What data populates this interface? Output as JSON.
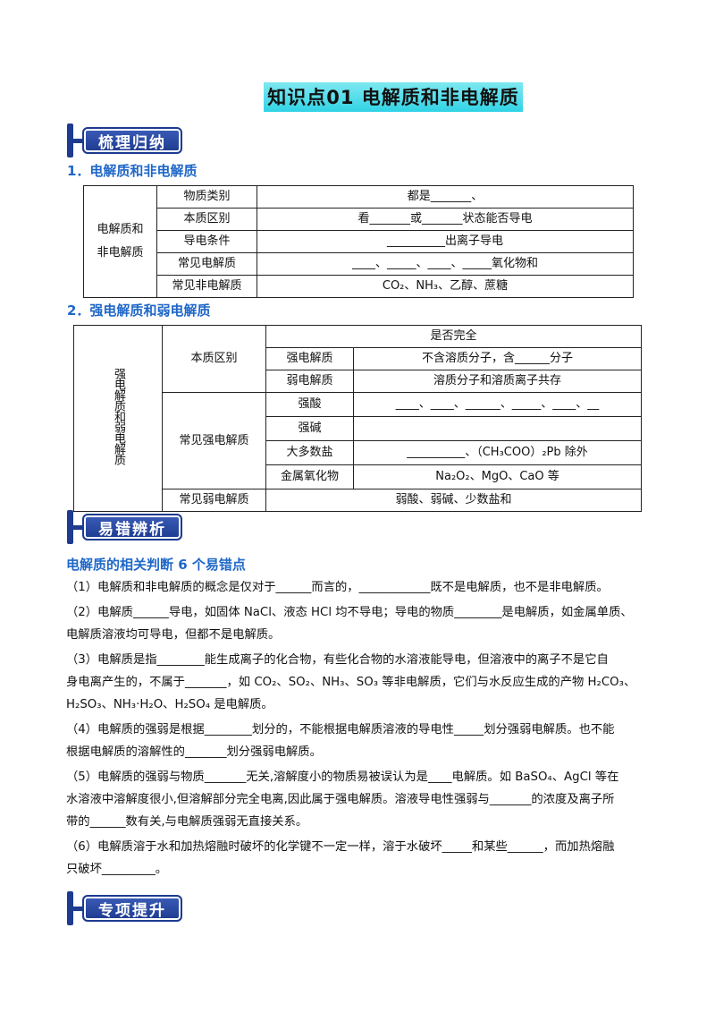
{
  "title": "知识点01    电解质和非电解质",
  "badges": {
    "b1": "梳理归纳",
    "b2": "易错辨析",
    "b3": "专项提升"
  },
  "section1": {
    "heading": "1．电解质和非电解质",
    "row_header": "电解质和非电解质",
    "rows": [
      {
        "label": "物质类别",
        "content": "都是_______、"
      },
      {
        "label": "本质区别",
        "content": "看_______或_______状态能否导电"
      },
      {
        "label": "导电条件",
        "content": "__________出离子导电"
      },
      {
        "label": "常见电解质",
        "content": "____、_____、____、_____氧化物和"
      },
      {
        "label": "常见非电解质",
        "content": "CO₂、NH₃、乙醇、蔗糖"
      }
    ]
  },
  "section2": {
    "heading": "2．强电解质和弱电解质",
    "row_header": "强电解质和弱电解质",
    "top_content": "是否完全",
    "essence_label": "本质区别",
    "strong_label": "强电解质",
    "strong_content": "不含溶质分子，含______分子",
    "weak_label": "弱电解质",
    "weak_content": "溶质分子和溶质离子共存",
    "common_strong_label": "常见强电解质",
    "strong_acid_label": "强酸",
    "strong_acid_content": "____、____、______、_____、____、__",
    "strong_base_label": "强碱",
    "strong_base_content": "",
    "salts_label": "大多数盐",
    "salts_content": "__________、（CH₃COO）₂Pb 除外",
    "metal_oxide_label": "金属氧化物",
    "metal_oxide_content": "Na₂O₂、MgO、CaO 等",
    "common_weak_label": "常见弱电解质",
    "common_weak_content": "弱酸、弱碱、少数盐和"
  },
  "section3": {
    "heading": "电解质的相关判断 6 个易错点",
    "items": [
      [
        "（1）电解质和非电解质的概念是仅对于______而言的，____________既不是电解质，也不是非电解质。"
      ],
      [
        "（2）电解质______导电，如固体 NaCl、液态 HCl 均不导电；导电的物质________是电解质，如金属单质、",
        "电解质溶液均可导电，但都不是电解质。"
      ],
      [
        "（3）电解质是指________能生成离子的化合物，有些化合物的水溶液能导电，但溶液中的离子不是它自",
        "身电离产生的，不属于_______，如 CO₂、SO₂、NH₃、SO₃ 等非电解质，它们与水反应生成的产物 H₂CO₃、",
        "H₂SO₃、NH₃·H₂O、H₂SO₄ 是电解质。"
      ],
      [
        "（4）电解质的强弱是根据________划分的，不能根据电解质溶液的导电性_____划分强弱电解质。也不能",
        "根据电解质的溶解性的_______划分强弱电解质。"
      ],
      [
        "（5）电解质的强弱与物质_______无关,溶解度小的物质易被误认为是____电解质。如 BaSO₄、AgCl 等在",
        "水溶液中溶解度很小,但溶解部分完全电离,因此属于强电解质。溶液导电性强弱与_______的浓度及离子所",
        "带的______数有关,与电解质强弱无直接关系。"
      ],
      [
        "（6）电解质溶于水和加热熔融时破坏的化学键不一定一样，溶于水破坏_____和某些______，而加热熔融",
        "只破坏_________。"
      ]
    ]
  }
}
